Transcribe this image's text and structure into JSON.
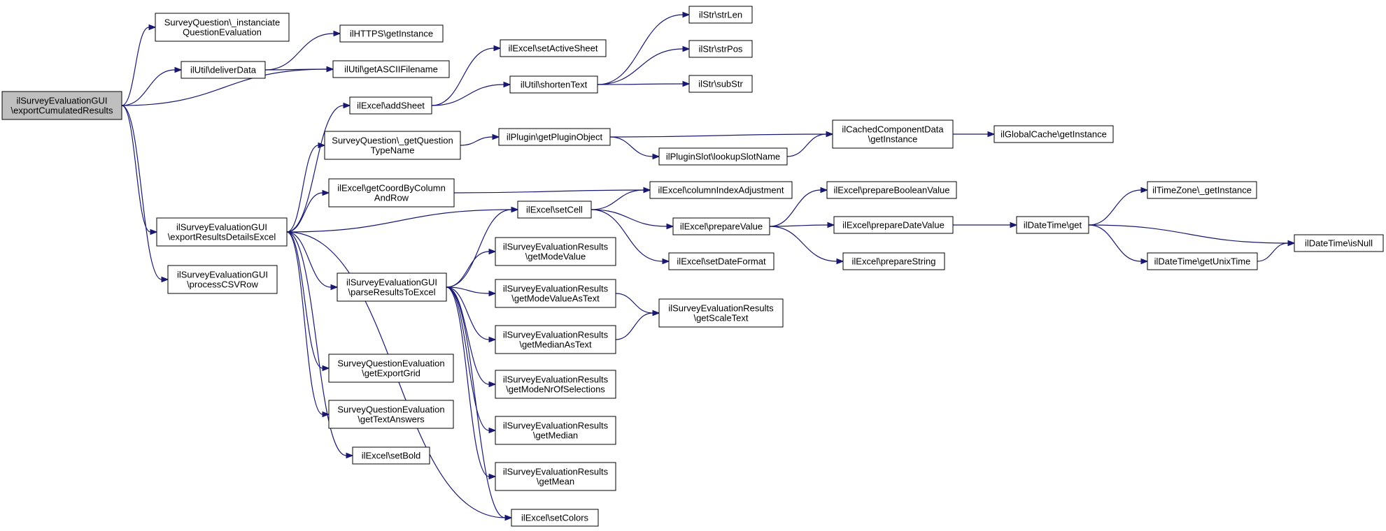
{
  "colors": {
    "edge": "#191970",
    "root_fill": "#bfbfbf",
    "node_fill": "#ffffff",
    "node_stroke": "#000000"
  },
  "nodes": [
    {
      "id": "root",
      "lines": [
        "ilSurveyEvaluationGUI",
        "\\exportCumulatedResults"
      ],
      "root": true
    },
    {
      "id": "sq_inst",
      "lines": [
        "SurveyQuestion\\_instanciate",
        "QuestionEvaluation"
      ]
    },
    {
      "id": "https",
      "lines": [
        "ilHTTPS\\getInstance"
      ]
    },
    {
      "id": "deliver",
      "lines": [
        "ilUtil\\deliverData"
      ]
    },
    {
      "id": "ascii",
      "lines": [
        "ilUtil\\getASCIIFilename"
      ]
    },
    {
      "id": "setact",
      "lines": [
        "ilExcel\\setActiveSheet"
      ]
    },
    {
      "id": "addsheet",
      "lines": [
        "ilExcel\\addSheet"
      ]
    },
    {
      "id": "shorten",
      "lines": [
        "ilUtil\\shortenText"
      ]
    },
    {
      "id": "strlen",
      "lines": [
        "ilStr\\strLen"
      ]
    },
    {
      "id": "strpos",
      "lines": [
        "ilStr\\strPos"
      ]
    },
    {
      "id": "substr",
      "lines": [
        "ilStr\\subStr"
      ]
    },
    {
      "id": "sqtype",
      "lines": [
        "SurveyQuestion\\_getQuestion",
        "TypeName"
      ]
    },
    {
      "id": "plugobj",
      "lines": [
        "ilPlugin\\getPluginObject"
      ]
    },
    {
      "id": "cached",
      "lines": [
        "ilCachedComponentData",
        "\\getInstance"
      ]
    },
    {
      "id": "gcache",
      "lines": [
        "ilGlobalCache\\getInstance"
      ]
    },
    {
      "id": "slot",
      "lines": [
        "ilPluginSlot\\lookupSlotName"
      ]
    },
    {
      "id": "coord",
      "lines": [
        "ilExcel\\getCoordByColumn",
        "AndRow"
      ]
    },
    {
      "id": "colidx",
      "lines": [
        "ilExcel\\columnIndexAdjustment"
      ]
    },
    {
      "id": "details",
      "lines": [
        "ilSurveyEvaluationGUI",
        "\\exportResultsDetailsExcel"
      ]
    },
    {
      "id": "setcell",
      "lines": [
        "ilExcel\\setCell"
      ]
    },
    {
      "id": "prepval",
      "lines": [
        "ilExcel\\prepareValue"
      ]
    },
    {
      "id": "prepbool",
      "lines": [
        "ilExcel\\prepareBooleanValue"
      ]
    },
    {
      "id": "prepdate",
      "lines": [
        "ilExcel\\prepareDateValue"
      ]
    },
    {
      "id": "dtget",
      "lines": [
        "ilDateTime\\get"
      ]
    },
    {
      "id": "tzinst",
      "lines": [
        "ilTimeZone\\_getInstance"
      ]
    },
    {
      "id": "isnull",
      "lines": [
        "ilDateTime\\isNull"
      ]
    },
    {
      "id": "unixt",
      "lines": [
        "ilDateTime\\getUnixTime"
      ]
    },
    {
      "id": "setdate",
      "lines": [
        "ilExcel\\setDateFormat"
      ]
    },
    {
      "id": "prepstr",
      "lines": [
        "ilExcel\\prepareString"
      ]
    },
    {
      "id": "csvrow",
      "lines": [
        "ilSurveyEvaluationGUI",
        "\\processCSVRow"
      ]
    },
    {
      "id": "parse",
      "lines": [
        "ilSurveyEvaluationGUI",
        "\\parseResultsToExcel"
      ]
    },
    {
      "id": "modeval",
      "lines": [
        "ilSurveyEvaluationResults",
        "\\getModeValue"
      ]
    },
    {
      "id": "modetxt",
      "lines": [
        "ilSurveyEvaluationResults",
        "\\getModeValueAsText"
      ]
    },
    {
      "id": "scaletxt",
      "lines": [
        "ilSurveyEvaluationResults",
        "\\getScaleText"
      ]
    },
    {
      "id": "medtxt",
      "lines": [
        "ilSurveyEvaluationResults",
        "\\getMedianAsText"
      ]
    },
    {
      "id": "modenr",
      "lines": [
        "ilSurveyEvaluationResults",
        "\\getModeNrOfSelections"
      ]
    },
    {
      "id": "median",
      "lines": [
        "ilSurveyEvaluationResults",
        "\\getMedian"
      ]
    },
    {
      "id": "mean",
      "lines": [
        "ilSurveyEvaluationResults",
        "\\getMean"
      ]
    },
    {
      "id": "grid",
      "lines": [
        "SurveyQuestionEvaluation",
        "\\getExportGrid"
      ]
    },
    {
      "id": "textans",
      "lines": [
        "SurveyQuestionEvaluation",
        "\\getTextAnswers"
      ]
    },
    {
      "id": "bold",
      "lines": [
        "ilExcel\\setBold"
      ]
    },
    {
      "id": "colors",
      "lines": [
        "ilExcel\\setColors"
      ]
    }
  ],
  "edges": [
    [
      "root",
      "sq_inst"
    ],
    [
      "root",
      "deliver"
    ],
    [
      "root",
      "ascii"
    ],
    [
      "root",
      "details"
    ],
    [
      "root",
      "csvrow"
    ],
    [
      "deliver",
      "https"
    ],
    [
      "deliver",
      "ascii"
    ],
    [
      "details",
      "addsheet"
    ],
    [
      "details",
      "sqtype"
    ],
    [
      "details",
      "coord"
    ],
    [
      "details",
      "setcell"
    ],
    [
      "details",
      "parse"
    ],
    [
      "details",
      "grid"
    ],
    [
      "details",
      "textans"
    ],
    [
      "details",
      "bold"
    ],
    [
      "details",
      "colors"
    ],
    [
      "addsheet",
      "setact"
    ],
    [
      "addsheet",
      "shorten"
    ],
    [
      "shorten",
      "strlen"
    ],
    [
      "shorten",
      "strpos"
    ],
    [
      "shorten",
      "substr"
    ],
    [
      "sqtype",
      "plugobj"
    ],
    [
      "plugobj",
      "cached"
    ],
    [
      "plugobj",
      "slot"
    ],
    [
      "slot",
      "cached"
    ],
    [
      "cached",
      "gcache"
    ],
    [
      "coord",
      "colidx"
    ],
    [
      "setcell",
      "colidx"
    ],
    [
      "setcell",
      "prepval"
    ],
    [
      "setcell",
      "setdate"
    ],
    [
      "prepval",
      "prepbool"
    ],
    [
      "prepval",
      "prepdate"
    ],
    [
      "prepval",
      "prepstr"
    ],
    [
      "prepdate",
      "dtget"
    ],
    [
      "dtget",
      "tzinst"
    ],
    [
      "dtget",
      "isnull"
    ],
    [
      "dtget",
      "unixt"
    ],
    [
      "unixt",
      "isnull"
    ],
    [
      "parse",
      "setcell"
    ],
    [
      "parse",
      "modeval"
    ],
    [
      "parse",
      "modetxt"
    ],
    [
      "parse",
      "medtxt"
    ],
    [
      "parse",
      "modenr"
    ],
    [
      "parse",
      "median"
    ],
    [
      "parse",
      "mean"
    ],
    [
      "parse",
      "colors"
    ],
    [
      "modetxt",
      "scaletxt"
    ],
    [
      "medtxt",
      "scaletxt"
    ]
  ]
}
